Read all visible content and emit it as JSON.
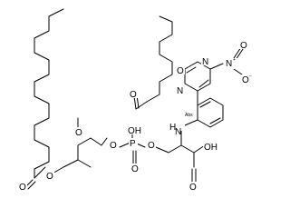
{
  "structure": {
    "atoms": {
      "ester_o_lower": "O",
      "ester_carbonyl_o_lower": "O",
      "ester_o_upper": "O",
      "ester_carbonyl_o_upper": "O",
      "phosphate_o_left": "O",
      "phosphorus": "P",
      "phosphate_oh": "OH",
      "phosphate_oxo": "O",
      "phosphate_o_right": "O",
      "amine": "H",
      "amine_n": "N",
      "acid_oh": "OH",
      "acid_carbonyl_o": "O",
      "oxadiazole_o": "O",
      "oxadiazole_n1": "N",
      "oxadiazole_n2": "N",
      "nitro_n": "N",
      "nitro_plus": "+",
      "nitro_o_minus": "O",
      "nitro_minus": "−",
      "nitro_o_double": "O",
      "stereo_mark": "Abs"
    }
  }
}
